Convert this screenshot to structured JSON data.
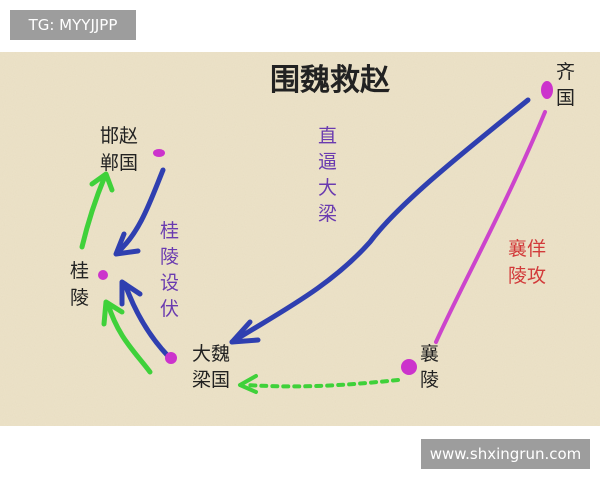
{
  "top_tag": "TG: MYYJJPP",
  "bottom_tag": "www.shxingrun.com",
  "map": {
    "title": "围魏救赵",
    "places": {
      "handan_top": "邯赵",
      "handan_bottom": "郸国",
      "guiling_top": "桂",
      "guiling_bottom": "陵",
      "daliang_top": "大魏",
      "daliang_bottom": "梁国",
      "xiangling_top": "襄",
      "xiangling_bottom": "陵",
      "qi_top": "齐",
      "qi_bottom": "国"
    },
    "annotations": {
      "zhibi_1": "直",
      "zhibi_2": "逼",
      "zhibi_3": "大",
      "zhibi_4": "梁",
      "ambush_1": "桂",
      "ambush_2": "陵",
      "ambush_3": "设",
      "ambush_4": "伏",
      "feint_1": "襄佯",
      "feint_2": "陵攻"
    },
    "colors": {
      "parchment": "#ede3c9",
      "blue_route": "#2f3fb0",
      "green_route": "#3fd13a",
      "magenta_route": "#cc44cc",
      "dot": "#cc33cc",
      "red_text": "#d23a3a",
      "purple_text": "#6a3bb0"
    }
  }
}
